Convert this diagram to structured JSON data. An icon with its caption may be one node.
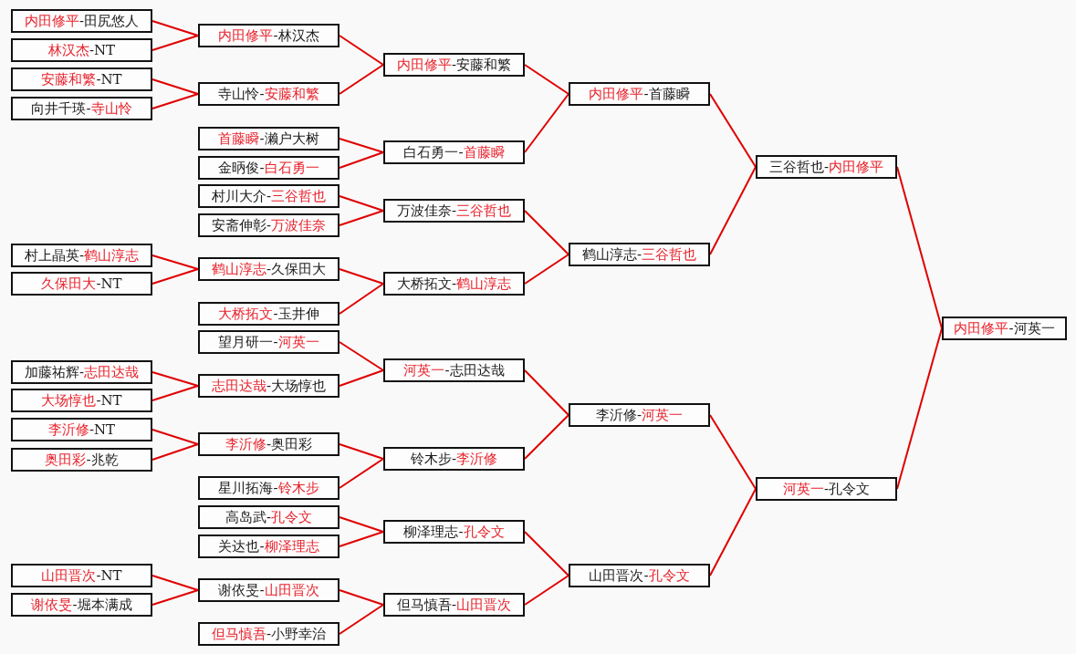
{
  "diagram": {
    "nodes": [
      {
        "text": [
          "**内田修平**-田尻悠人"
        ]
      },
      {
        "text": [
          "**林汉杰**-NT"
        ]
      },
      {
        "text": [
          "**安藤和繁**-NT"
        ]
      },
      {
        "text": [
          "向井千瑛-**寺山怜**"
        ]
      },
      {
        "text": [
          "村上晶英-**鹤山淳志**"
        ]
      },
      {
        "text": [
          "**久保田大**-NT"
        ]
      },
      {
        "text": [
          "加藤祐辉-**志田达哉**"
        ]
      },
      {
        "text": [
          "**大场惇也**-NT"
        ]
      },
      {
        "text": [
          "**李沂修**-NT"
        ]
      },
      {
        "text": [
          "**奥田彩**-兆乾"
        ]
      },
      {
        "text": [
          "**山田晋次**-NT"
        ]
      },
      {
        "text": [
          "**谢依旻**-堀本满成"
        ]
      },
      {
        "text": [
          "**内田修平**-林汉杰"
        ]
      },
      {
        "text": [
          "寺山怜-**安藤和繁**"
        ]
      },
      {
        "text": [
          "**首藤瞬**-濑户大树"
        ]
      },
      {
        "text": [
          "金昞俊-**白石勇一**"
        ]
      },
      {
        "text": [
          "村川大介-**三谷哲也**"
        ]
      },
      {
        "text": [
          "安斋伸彰-**万波佳奈**"
        ]
      },
      {
        "text": [
          "**鹤山淳志**-久保田大"
        ]
      },
      {
        "text": [
          "**大桥拓文**-玉井伸"
        ]
      },
      {
        "text": [
          "望月研一-**河英一**"
        ]
      },
      {
        "text": [
          "**志田达哉**-大场惇也"
        ]
      },
      {
        "text": [
          "**李沂修**-奥田彩"
        ]
      },
      {
        "text": [
          "星川拓海-**铃木步**"
        ]
      },
      {
        "text": [
          "高岛武-**孔令文**"
        ]
      },
      {
        "text": [
          "关达也-**柳泽理志**"
        ]
      },
      {
        "text": [
          "谢依旻-**山田晋次**"
        ]
      },
      {
        "text": [
          "**但马慎吾**-小野幸治"
        ]
      },
      {
        "text": [
          "**内田修平**-安藤和繁"
        ]
      },
      {
        "text": [
          "白石勇一-**首藤瞬**"
        ]
      },
      {
        "text": [
          "万波佳奈-**三谷哲也**"
        ]
      },
      {
        "text": [
          "大桥拓文-**鹤山淳志**"
        ]
      },
      {
        "text": [
          "**河英一**-志田达哉"
        ]
      },
      {
        "text": [
          "铃木步-**李沂修**"
        ]
      },
      {
        "text": [
          "柳泽理志-**孔令文**"
        ]
      },
      {
        "text": [
          "但马慎吾-**山田晋次**"
        ]
      },
      {
        "text": [
          "**内田修平**-首藤瞬"
        ]
      },
      {
        "text": [
          "鹤山淳志-**三谷哲也**"
        ]
      },
      {
        "text": [
          "李沂修-**河英一**"
        ]
      },
      {
        "text": [
          "山田晋次-**孔令文**"
        ]
      },
      {
        "text": [
          "三谷哲也-**内田修平**"
        ]
      },
      {
        "text": [
          "**河英一**-孔令文"
        ]
      },
      {
        "text": [
          "**内田修平**-河英一"
        ]
      }
    ],
    "edges": [
      {
        "from": 0,
        "to": 12,
        "arrow": "none"
      },
      {
        "from": 1,
        "to": 12,
        "arrow": "none"
      },
      {
        "from": 2,
        "to": 13,
        "arrow": "none"
      },
      {
        "from": 3,
        "to": 13,
        "arrow": "none"
      },
      {
        "from": 4,
        "to": 18,
        "arrow": "none"
      },
      {
        "from": 5,
        "to": 18,
        "arrow": "none"
      },
      {
        "from": 6,
        "to": 21,
        "arrow": "none"
      },
      {
        "from": 7,
        "to": 21,
        "arrow": "none"
      },
      {
        "from": 8,
        "to": 22,
        "arrow": "none"
      },
      {
        "from": 9,
        "to": 22,
        "arrow": "none"
      },
      {
        "from": 10,
        "to": 26,
        "arrow": "none"
      },
      {
        "from": 11,
        "to": 26,
        "arrow": "none"
      },
      {
        "from": 12,
        "to": 28,
        "arrow": "none"
      },
      {
        "from": 13,
        "to": 28,
        "arrow": "none"
      },
      {
        "from": 14,
        "to": 29,
        "arrow": "none"
      },
      {
        "from": 15,
        "to": 29,
        "arrow": "none"
      },
      {
        "from": 16,
        "to": 30,
        "arrow": "none"
      },
      {
        "from": 17,
        "to": 30,
        "arrow": "none"
      },
      {
        "from": 18,
        "to": 31,
        "arrow": "none"
      },
      {
        "from": 19,
        "to": 31,
        "arrow": "none"
      },
      {
        "from": 20,
        "to": 32,
        "arrow": "none"
      },
      {
        "from": 21,
        "to": 32,
        "arrow": "none"
      },
      {
        "from": 22,
        "to": 33,
        "arrow": "none"
      },
      {
        "from": 23,
        "to": 33,
        "arrow": "none"
      },
      {
        "from": 24,
        "to": 34,
        "arrow": "none"
      },
      {
        "from": 25,
        "to": 34,
        "arrow": "none"
      },
      {
        "from": 26,
        "to": 35,
        "arrow": "none"
      },
      {
        "from": 27,
        "to": 35,
        "arrow": "none"
      },
      {
        "from": 28,
        "to": 36,
        "arrow": "none"
      },
      {
        "from": 29,
        "to": 36,
        "arrow": "none"
      },
      {
        "from": 30,
        "to": 37,
        "arrow": "none"
      },
      {
        "from": 31,
        "to": 37,
        "arrow": "none"
      },
      {
        "from": 32,
        "to": 38,
        "arrow": "none"
      },
      {
        "from": 33,
        "to": 38,
        "arrow": "none"
      },
      {
        "from": 34,
        "to": 39,
        "arrow": "none"
      },
      {
        "from": 35,
        "to": 39,
        "arrow": "none"
      },
      {
        "from": 36,
        "to": 40,
        "arrow": "none"
      },
      {
        "from": 37,
        "to": 40,
        "arrow": "none"
      },
      {
        "from": 38,
        "to": 41,
        "arrow": "none"
      },
      {
        "from": 39,
        "to": 41,
        "arrow": "none"
      },
      {
        "from": 40,
        "to": 42,
        "arrow": "none"
      },
      {
        "from": 41,
        "to": 42,
        "arrow": "none"
      }
    ]
  }
}
